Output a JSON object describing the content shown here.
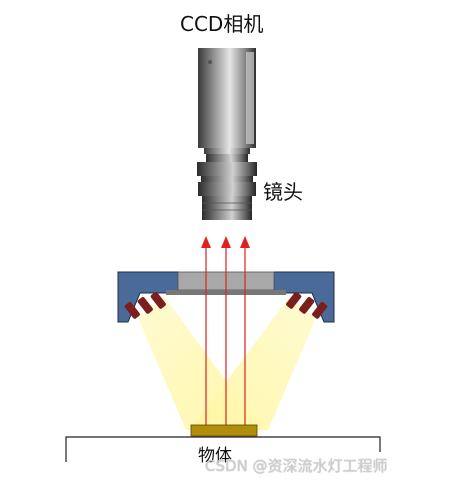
{
  "labels": {
    "camera": "CCD相机",
    "lens": "镜头",
    "object": "物体"
  },
  "watermark": "CSDN @资深流水灯工程师",
  "colors": {
    "ray": "#e02020",
    "ring_housing": "#4a6b9a",
    "led": "#7a1e1e",
    "light_cone": "#fdf8b0",
    "object": "#b08d0a",
    "camera_body_dark": "#3a3a3a",
    "camera_body_light": "#d9d9d9"
  }
}
